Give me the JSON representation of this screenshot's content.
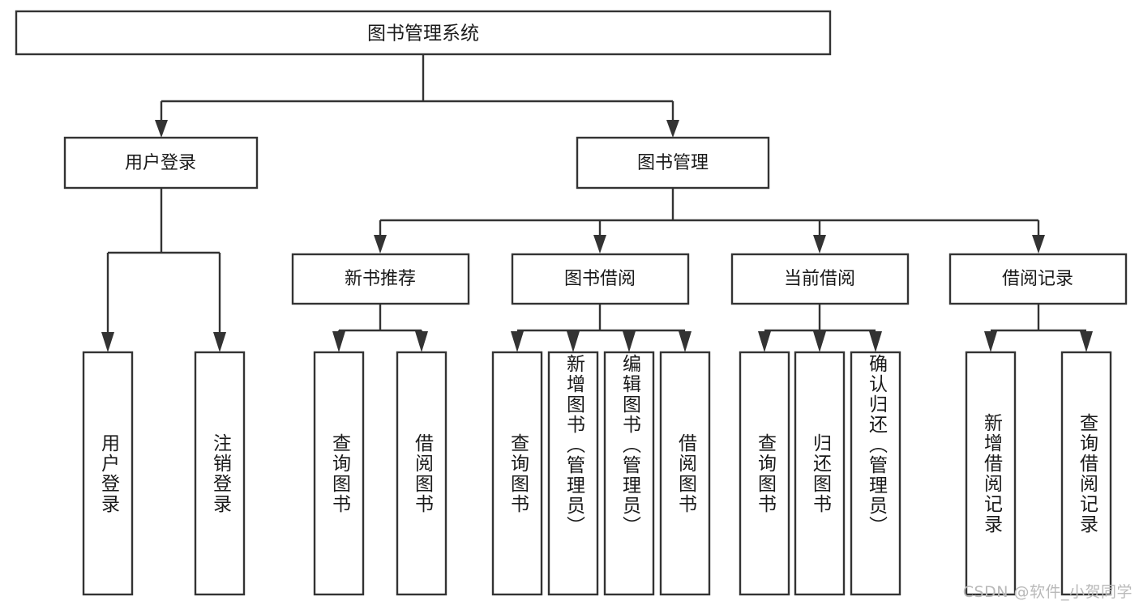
{
  "diagram": {
    "type": "tree",
    "title": "图书管理系统",
    "watermark": "CSDN @软件_小贺同学",
    "colors": {
      "box_stroke": "#333333",
      "box_fill": "#ffffff",
      "text": "#1a1a1a",
      "watermark": "#b9b9b9",
      "background": "#ffffff"
    },
    "levels": {
      "root": {
        "label": "图书管理系统"
      },
      "level2": [
        {
          "id": "user-login",
          "label": "用户登录"
        },
        {
          "id": "book-management",
          "label": "图书管理"
        }
      ],
      "level3": [
        {
          "id": "new-book-recommend",
          "label": "新书推荐",
          "parent": "book-management"
        },
        {
          "id": "book-borrow",
          "label": "图书借阅",
          "parent": "book-management"
        },
        {
          "id": "current-borrow",
          "label": "当前借阅",
          "parent": "book-management"
        },
        {
          "id": "borrow-record",
          "label": "借阅记录",
          "parent": "book-management"
        }
      ],
      "leaves": [
        {
          "id": "leaf-user-login",
          "label": "用户登录",
          "parent": "user-login"
        },
        {
          "id": "leaf-user-logout",
          "label": "注销登录",
          "parent": "user-login"
        },
        {
          "id": "leaf-query-book-1",
          "label": "查询图书",
          "parent": "new-book-recommend"
        },
        {
          "id": "leaf-borrow-book-1",
          "label": "借阅图书",
          "parent": "new-book-recommend"
        },
        {
          "id": "leaf-query-book-2",
          "label": "查询图书",
          "parent": "book-borrow"
        },
        {
          "id": "leaf-add-book",
          "label": "新增图书（管理员）",
          "parent": "book-borrow"
        },
        {
          "id": "leaf-edit-book",
          "label": "编辑图书（管理员）",
          "parent": "book-borrow"
        },
        {
          "id": "leaf-borrow-book-2",
          "label": "借阅图书",
          "parent": "book-borrow"
        },
        {
          "id": "leaf-query-book-3",
          "label": "查询图书",
          "parent": "current-borrow"
        },
        {
          "id": "leaf-return-book",
          "label": "归还图书",
          "parent": "current-borrow"
        },
        {
          "id": "leaf-confirm-return",
          "label": "确认归还（管理员）",
          "parent": "current-borrow"
        },
        {
          "id": "leaf-add-record",
          "label": "新增借阅记录",
          "parent": "borrow-record"
        },
        {
          "id": "leaf-query-record",
          "label": "查询借阅记录",
          "parent": "borrow-record"
        }
      ]
    }
  }
}
